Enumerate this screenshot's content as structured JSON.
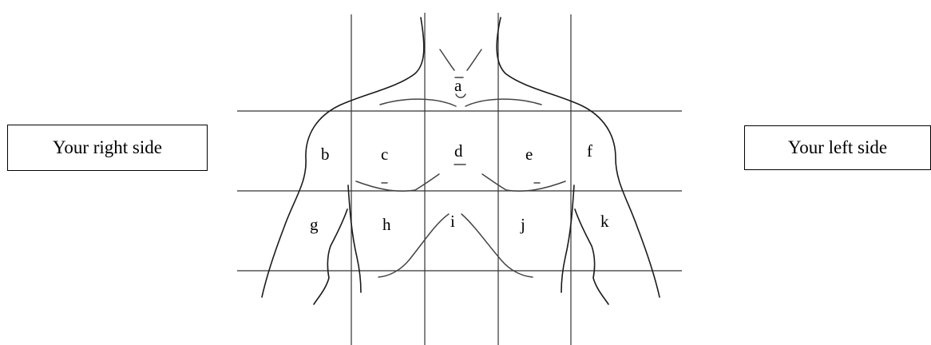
{
  "side_labels": {
    "right": "Your right side",
    "left": "Your left side"
  },
  "regions": {
    "a": "a",
    "b": "b",
    "c": "c",
    "d": "d",
    "e": "e",
    "f": "f",
    "g": "g",
    "h": "h",
    "i": "i",
    "j": "j",
    "k": "k"
  },
  "colors": {
    "grid": "#333333",
    "outline": "#1a1a1a",
    "text": "#000000"
  }
}
